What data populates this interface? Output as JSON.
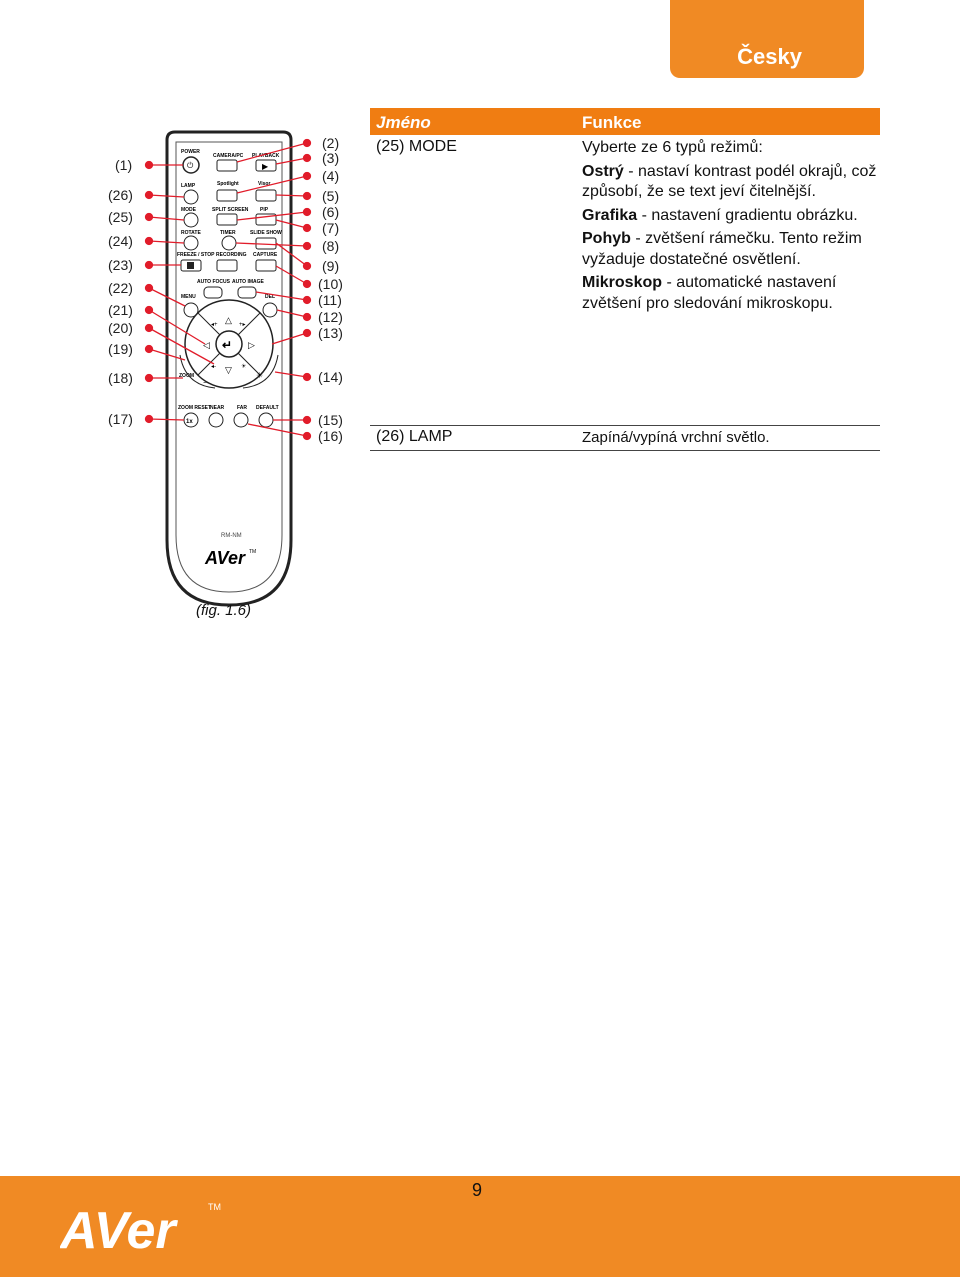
{
  "language_tab": "Česky",
  "table": {
    "header_name": "Jméno",
    "header_function": "Funkce",
    "rows": [
      {
        "name": "(25)  MODE",
        "intro": "Vyberte ze 6 typů režimů:",
        "items": [
          {
            "term": "Ostrý",
            "text": " - nastaví kontrast podél okrajů, což způsobí, že se text jeví čitelnější."
          },
          {
            "term": "Grafika",
            "text": " - nastavení gradientu obrázku."
          },
          {
            "term": "Pohyb",
            "text": " - zvětšení rámečku. Tento režim vyžaduje dostatečné osvětlení."
          },
          {
            "term": "Mikroskop",
            "text": " - automatické nastavení zvětšení pro sledování mikroskopu."
          }
        ]
      },
      {
        "name": "(26)  LAMP",
        "text": "Zapíná/vypíná vrchní světlo."
      }
    ]
  },
  "figure": {
    "caption": "(fig. 1.6)",
    "left_labels": [
      "(1)",
      "(26)",
      "(25)",
      "(24)",
      "(23)",
      "(22)",
      "(21)",
      "(20)",
      "(19)",
      "(18)",
      "(17)"
    ],
    "right_labels": [
      "(2)",
      "(3)",
      "(4)",
      "(5)",
      "(6)",
      "(7)",
      "(8)",
      "(9)",
      "(10)",
      "(11)",
      "(12)",
      "(13)",
      "(14)",
      "(15)",
      "(16)"
    ],
    "button_labels": {
      "power": "POWER",
      "camera_pc": "CAMERA/PC",
      "playback": "PLAYBACK",
      "lamp": "LAMP",
      "spotlight": "Spotlight",
      "visor": "Visor",
      "mode": "MODE",
      "split_screen": "SPLIT SCREEN",
      "pip": "PIP",
      "rotate": "ROTATE",
      "timer": "TIMER",
      "slide_show": "SLIDE SHOW",
      "freeze_stop": "FREEZE / STOP",
      "recording": "RECORDING",
      "capture": "CAPTURE",
      "auto_focus": "AUTO FOCUS",
      "auto_image": "AUTO IMAGE",
      "menu": "MENU",
      "del": "DEL",
      "zoom": "ZOOM",
      "zoom_reset": "ZOOM RESET",
      "near": "NEAR",
      "far": "FAR",
      "default": "DEFAULT",
      "one_x": "1x",
      "model": "RM-NM",
      "brand": "AVer",
      "tm": "TM"
    }
  },
  "page_number": "9",
  "footer_brand": "AVer",
  "footer_tm": "TM",
  "colors": {
    "accent": "#f08a24",
    "header": "#f07d12",
    "callout": "#e11c2a"
  }
}
